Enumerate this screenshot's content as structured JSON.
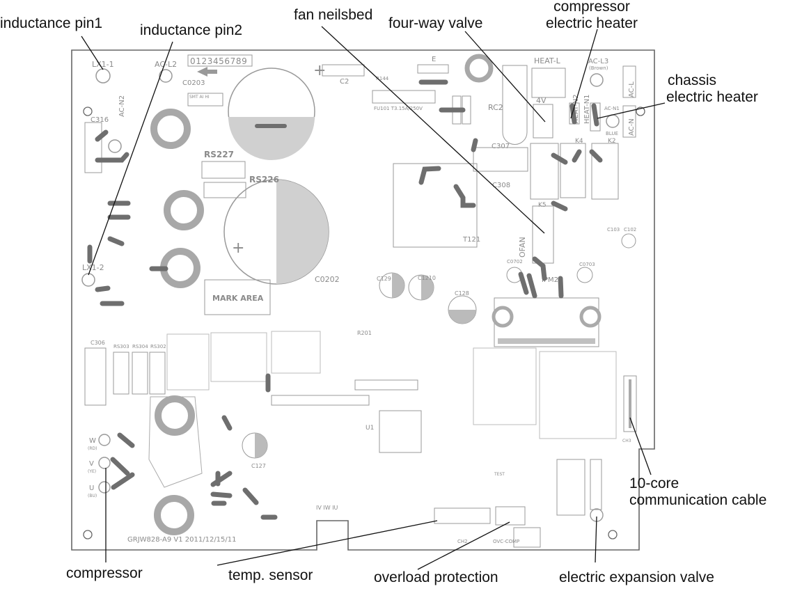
{
  "callouts": {
    "inductance_pin1": "inductance pin1",
    "inductance_pin2": "inductance pin2",
    "fan_neilsbed": "fan neilsbed",
    "four_way_valve": "four-way valve",
    "compressor_heater_line1": "compressor",
    "compressor_heater_line2": "electric heater",
    "chassis_heater_line1": "chassis",
    "chassis_heater_line2": "electric heater",
    "comm_cable_line1": "10-core",
    "comm_cable_line2": "communication cable",
    "compressor": "compressor",
    "temp_sensor": "temp. sensor",
    "overload_protection": "overload protection",
    "electric_expansion_valve": "electric expansion valve"
  },
  "board_silkscreen": {
    "lx1_1": "LX1-1",
    "lx1_2": "LX1-2",
    "ac_l2": "AC-L2",
    "ac_l3": "AC-L3",
    "brown": "(Brown)",
    "ac_n2": "AC-N2",
    "ac_l": "AC-L",
    "ac_n": "AC-N",
    "ac_n1": "AC-N1",
    "blue": "BLUE",
    "heat_l": "HEAT-L",
    "heat_n2": "HEAT-N2",
    "heat_n1": "HEAT-N1",
    "digits": "0123456789",
    "c0203": "C0203",
    "c0202": "C0202",
    "c2": "C2",
    "e": "E",
    "r144": "R144",
    "rs227": "RS227",
    "rs226": "RS226",
    "rc2": "RC2",
    "fu101": "FU101 T3.15A/250V",
    "four_v": "4V",
    "k4": "K4",
    "k2": "K2",
    "k5": "K5",
    "c307": "C307",
    "c308": "C308",
    "c316": "C316",
    "t121": "T121",
    "ofan": "OFAN",
    "ipm2": "IPM2",
    "u1": "U1",
    "mark_area": "MARK AREA",
    "c306": "C306",
    "rs303": "RS303",
    "rs304": "RS304",
    "rs302": "RS302",
    "w_label": "W",
    "w_color": "(RD)",
    "v_label": "V",
    "v_color": "(YE)",
    "u_label": "U",
    "u_color": "(BU)",
    "footer": "GRJW828-A9   V1  2011/12/15/11",
    "ch2": "CH2",
    "ch3": "CH3",
    "ovc_comp": "OVC-COMP",
    "test": "TEST",
    "iv_iw_iu": "IV IW IU",
    "smt_ai_hi": "SMT AI HI",
    "c127": "C127",
    "c128": "C128",
    "c129": "C129",
    "c1210": "C1210",
    "r201": "R201",
    "c0702": "C0702",
    "c0703": "C0703",
    "c102": "C102",
    "c103": "C103"
  },
  "colors": {
    "board_outline": "#666666",
    "silkscreen": "#8a8a8a",
    "jumper": "#6e6e6e",
    "pad_ring": "#a8a8a8",
    "leader_line": "#111111"
  }
}
